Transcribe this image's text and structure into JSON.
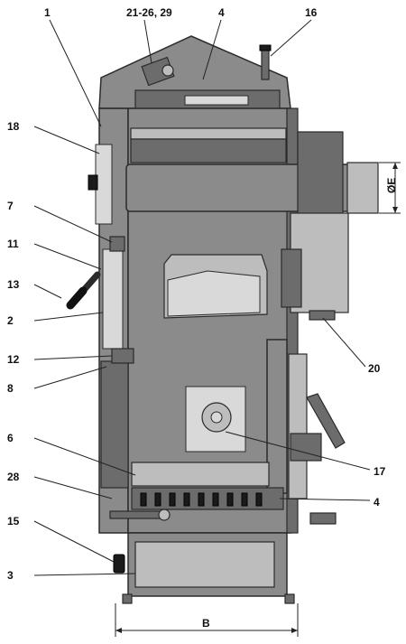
{
  "labels": {
    "l1": "1",
    "l2126": "21-26, 29",
    "l4top": "4",
    "l16": "16",
    "l18": "18",
    "l7": "7",
    "l11": "11",
    "l13": "13",
    "l2": "2",
    "l12": "12",
    "l8": "8",
    "l6": "6",
    "l28": "28",
    "l15": "15",
    "l3": "3",
    "l20": "20",
    "l17": "17",
    "l4bottom": "4",
    "dimE": "ØE",
    "dimB": "B"
  }
}
